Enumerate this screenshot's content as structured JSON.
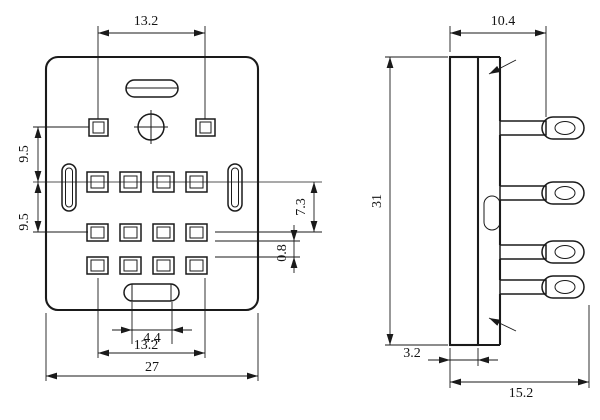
{
  "drawing": {
    "background": "#ffffff",
    "ink": "#1a1a1a",
    "front_view": {
      "dims": {
        "top_width": "13.2",
        "left_upper": "9.5",
        "left_lower": "9.5",
        "right_upper": "7.3",
        "right_lower": "0.8",
        "bottom_slot": "4.4",
        "bottom_pins": "13.2",
        "overall_width": "27"
      }
    },
    "side_view": {
      "dims": {
        "top_depth": "10.4",
        "overall_height": "31",
        "plate_thickness": "3.2",
        "overall_depth": "15.2"
      }
    }
  }
}
